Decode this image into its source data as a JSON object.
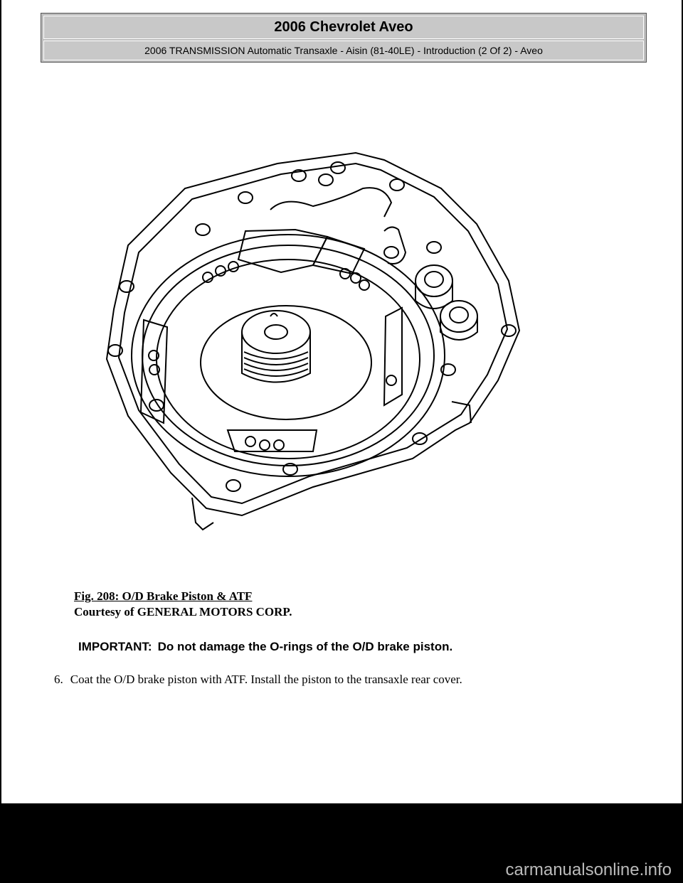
{
  "header": {
    "title": "2006 Chevrolet Aveo",
    "subtitle": "2006 TRANSMISSION Automatic Transaxle - Aisin (81-40LE) - Introduction (2 Of 2) - Aveo"
  },
  "figure": {
    "caption_title": "Fig. 208: O/D Brake Piston & ATF",
    "caption_credit": "Courtesy of GENERAL MOTORS CORP."
  },
  "important": {
    "label": "IMPORTANT:",
    "text": "Do not damage the O-rings of the O/D brake piston."
  },
  "step": {
    "number": "6.",
    "text": "Coat the O/D brake piston with ATF. Install the piston to the transaxle rear cover."
  },
  "watermark": "carmanualsonline.info"
}
